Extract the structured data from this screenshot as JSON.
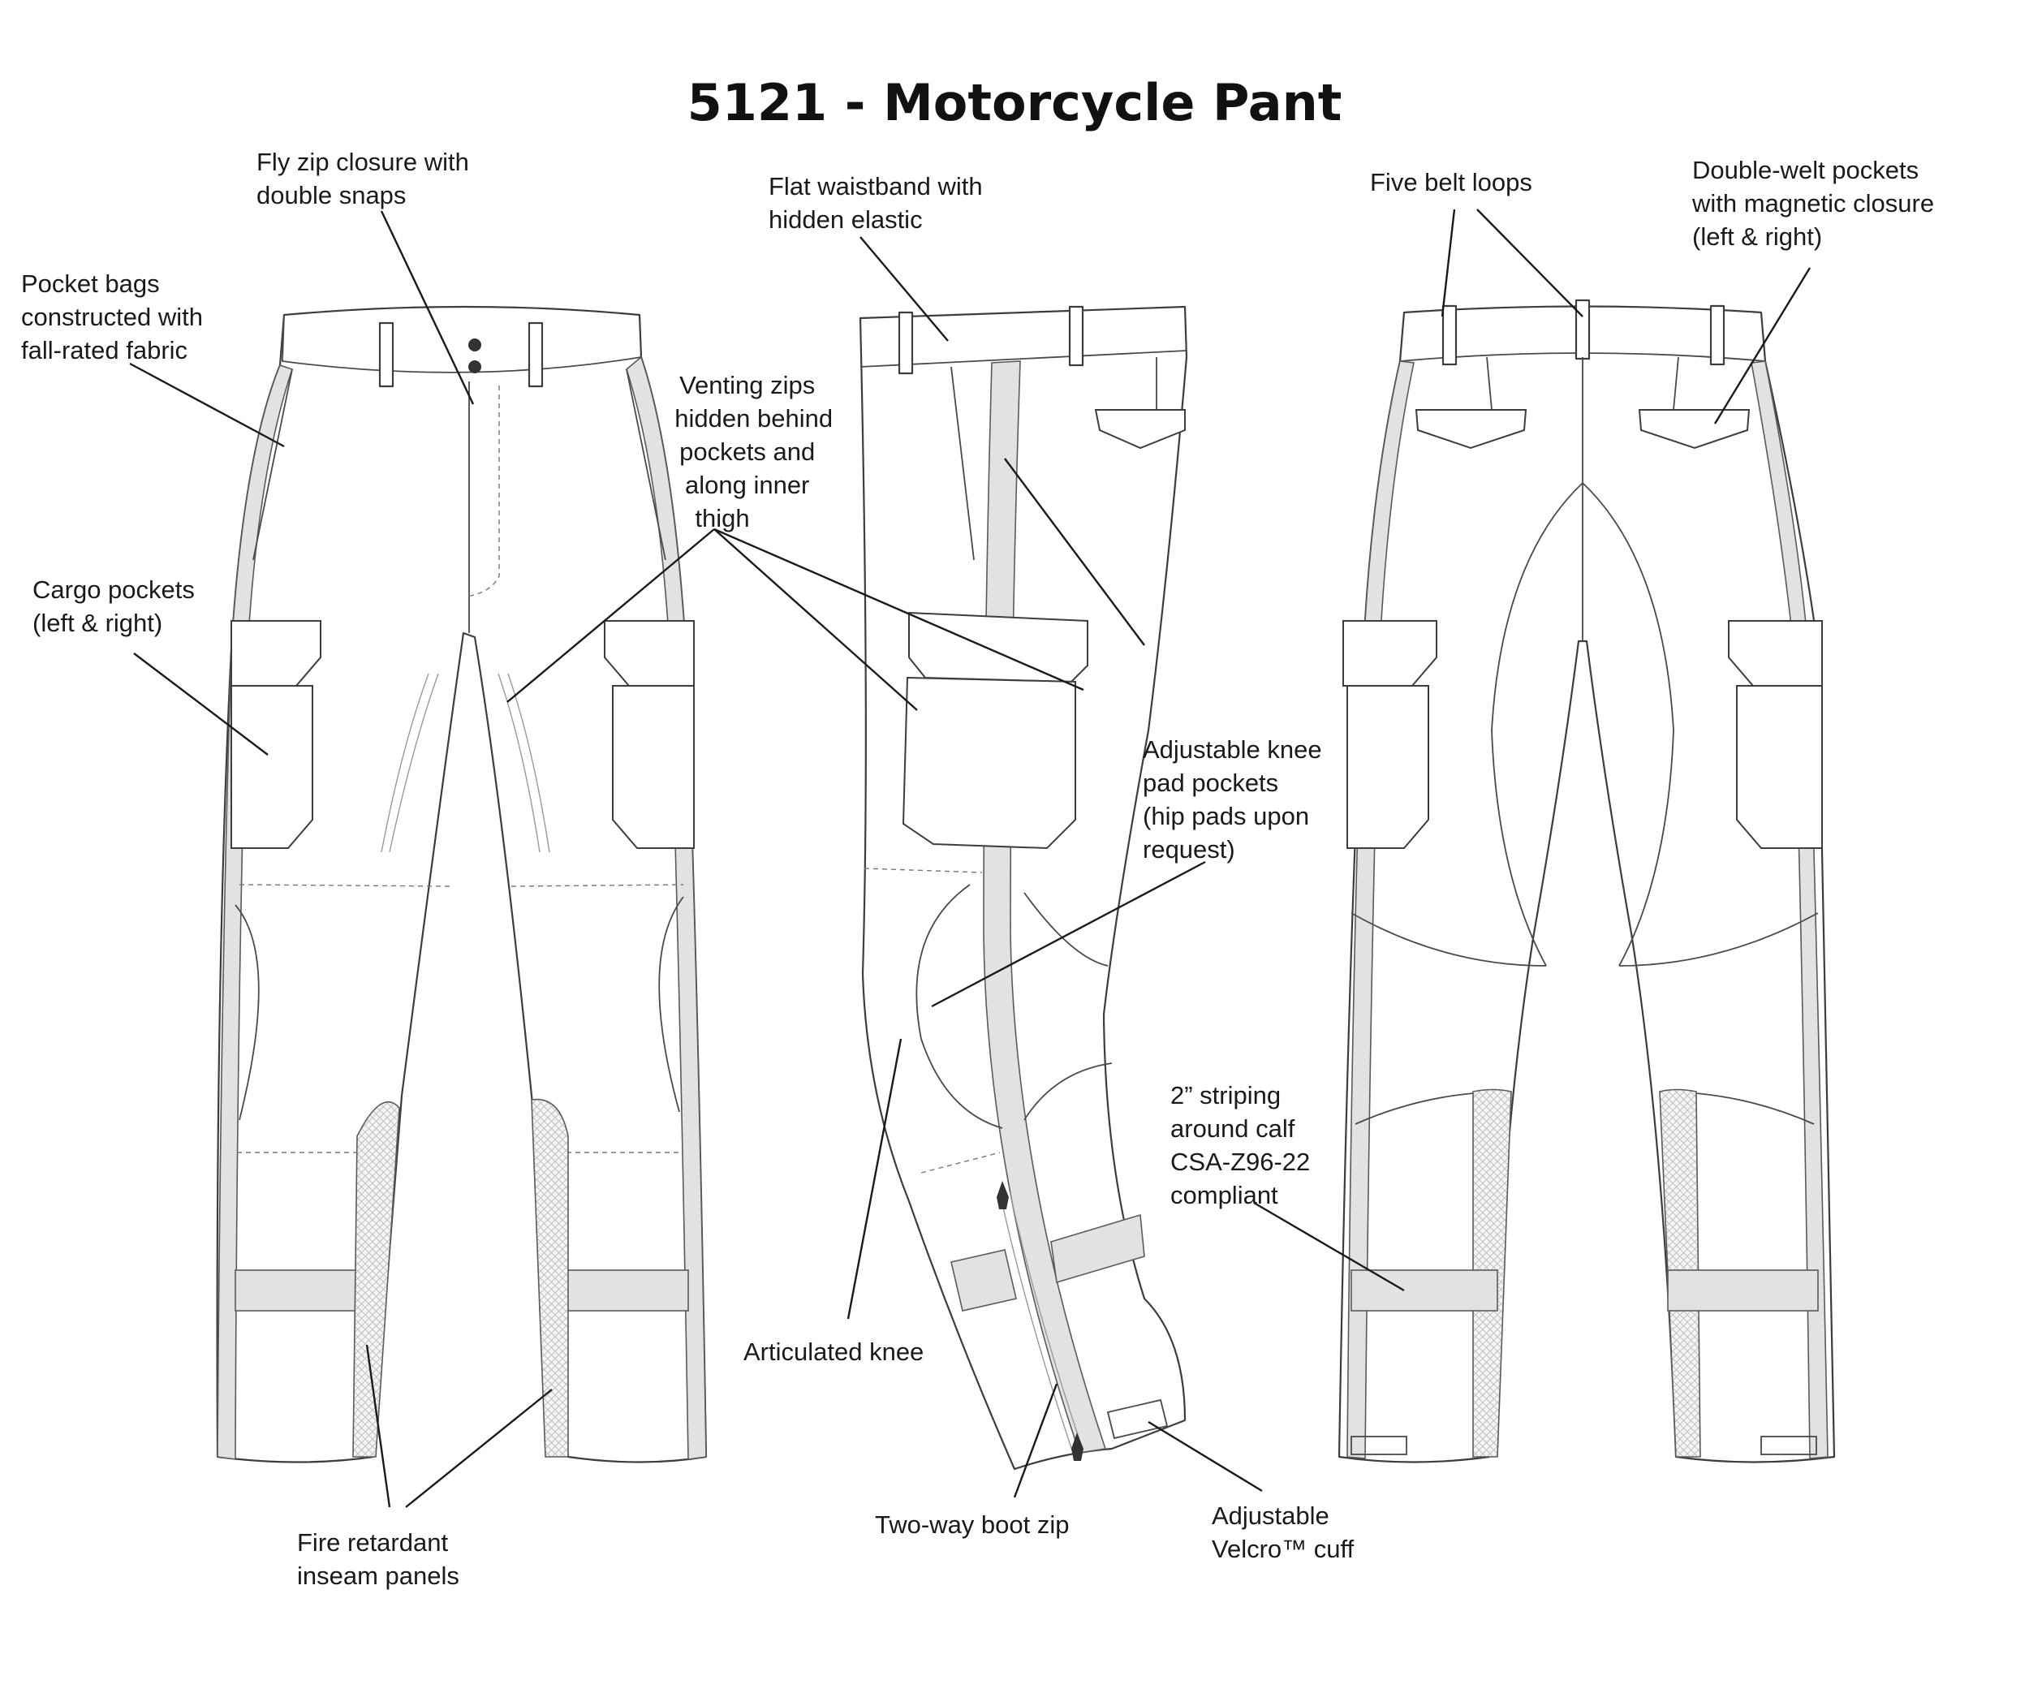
{
  "title": "5121 - Motorcycle Pant",
  "labels": {
    "fly_zip": [
      "Fly zip closure with",
      "double snaps"
    ],
    "pocket_bags": [
      "Pocket bags",
      "constructed with",
      "fall-rated fabric"
    ],
    "cargo_pockets": [
      "Cargo pockets",
      "(left & right)"
    ],
    "venting_zips": [
      "Venting zips",
      "hidden behind",
      "pockets and",
      "along inner",
      "thigh"
    ],
    "flat_waistband": [
      "Flat waistband with",
      "hidden elastic"
    ],
    "knee_pad_pockets": [
      "Adjustable knee",
      "pad pockets",
      "(hip pads upon",
      "request)"
    ],
    "articulated_knee": [
      "Articulated knee"
    ],
    "boot_zip": [
      "Two-way boot zip"
    ],
    "velcro_cuff": [
      "Adjustable",
      "Velcro™ cuff"
    ],
    "fire_retardant": [
      "Fire retardant",
      "inseam panels"
    ],
    "belt_loops": [
      "Five belt loops"
    ],
    "welt_pockets": [
      "Double-welt pockets",
      "with magnetic closure",
      "(left & right)"
    ],
    "striping": [
      "2” striping",
      "around calf",
      "CSA-Z96-22",
      "compliant"
    ]
  },
  "colors": {
    "stripe": "#e2e2e2",
    "outline": "#3d3d3d",
    "text": "#1a1a1a"
  }
}
